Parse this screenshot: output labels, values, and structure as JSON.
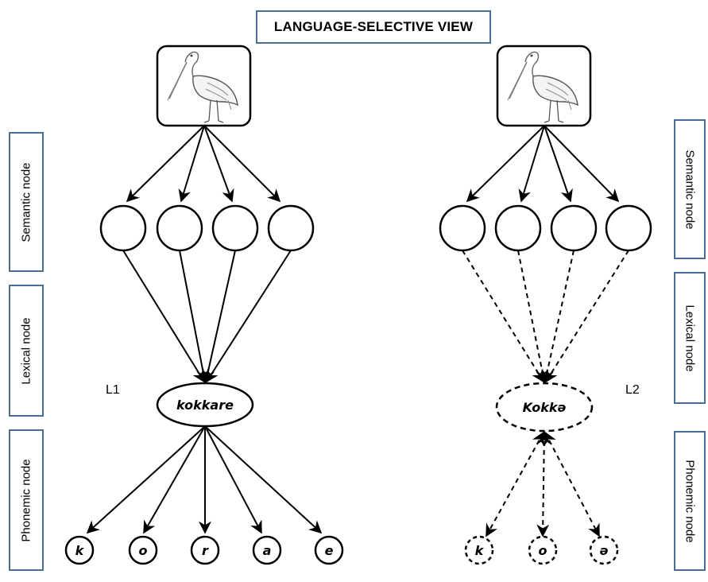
{
  "title": "LANGUAGE-SELECTIVE VIEW",
  "left_labels": {
    "semantic": "Semantic node",
    "lexical": "Lexical node",
    "phonemic": "Phonemic node"
  },
  "right_labels": {
    "semantic": "Semantic node",
    "lexical": "Lexical node",
    "phonemic": "Phonemic node"
  },
  "l1": {
    "language": "L1",
    "word": "kokkare",
    "phonemes": [
      "k",
      "o",
      "r",
      "a",
      "e"
    ]
  },
  "l2": {
    "language": "L2",
    "word": "Kokkə",
    "phonemes": [
      "k",
      "o",
      "ə"
    ]
  },
  "colors": {
    "box_border": "#4a6d93",
    "stroke": "#000000"
  }
}
